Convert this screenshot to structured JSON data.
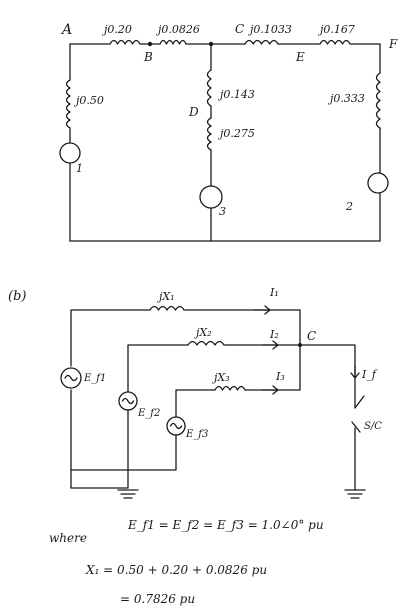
{
  "part_a": {
    "buses": {
      "A": "A",
      "B": "B",
      "C": "C",
      "D": "D",
      "E": "E",
      "F": "F"
    },
    "reactances": {
      "AB": "j0.20",
      "BC": "j0.0826",
      "CE": "j0.1033",
      "EF": "j0.167",
      "A_gen": "j0.50",
      "D_upper": "j0.143",
      "D_lower": "j0.275",
      "F_gen": "j0.333"
    },
    "generators": [
      "1",
      "3",
      "2"
    ]
  },
  "part_b": {
    "label": "(b)",
    "reactances": [
      "jX₁",
      "jX₂",
      "jX₃"
    ],
    "currents": [
      "I₁",
      "I₂",
      "I₃",
      "I_f"
    ],
    "sources": [
      "E_f1",
      "E_f2",
      "E_f3"
    ],
    "node": "C",
    "fault": "S/C"
  },
  "equations": {
    "where": "where",
    "line1": "E_f1 = E_f2 = E_f3 = 1.0∠0° pu",
    "line2": "X₁ = 0.50 + 0.20 + 0.0826 pu",
    "line3": "= 0.7826 pu"
  }
}
